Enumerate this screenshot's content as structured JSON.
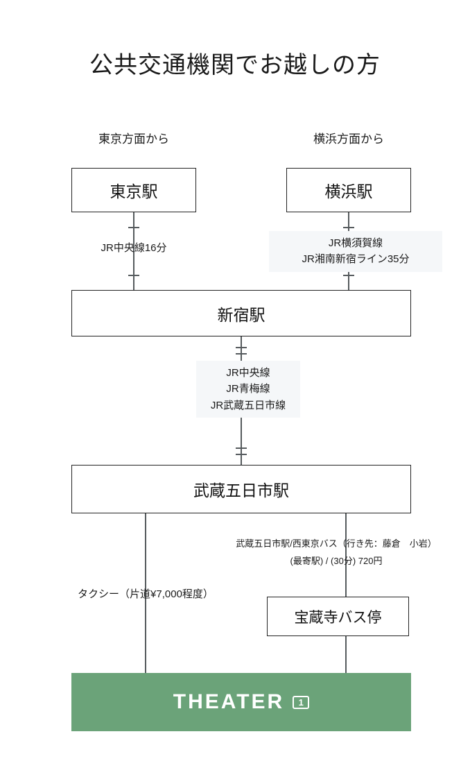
{
  "page": {
    "title": "公共交通機関でお越しの方"
  },
  "columns": {
    "left_caption": "東京方面から",
    "right_caption": "横浜方面から"
  },
  "nodes": {
    "tokyo_station": "東京駅",
    "yokohama_station": "横浜駅",
    "shinjuku_station": "新宿駅",
    "musashi_itsukaichi_station": "武蔵五日市駅",
    "hozoji_bus_stop": "宝蔵寺バス停"
  },
  "edges": {
    "tokyo_to_shinjuku": "JR中央線16分",
    "yokohama_to_shinjuku_line1": "JR横須賀線",
    "yokohama_to_shinjuku_line2": "JR湘南新宿ライン35分",
    "shinjuku_to_itsukaichi_line1": "JR中央線",
    "shinjuku_to_itsukaichi_line2": "JR青梅線",
    "shinjuku_to_itsukaichi_line3": "JR武蔵五日市線",
    "itsukaichi_to_busstop_line1": "武蔵五日市駅/西東京バス（行き先：藤倉　小岩）",
    "itsukaichi_to_busstop_line2": "(最寄駅) / (30分) 720円",
    "itsukaichi_to_theater_taxi": "タクシー（片道¥7,000程度）"
  },
  "banner": {
    "word": "THEATER",
    "mark": "1",
    "color": "#6ba379"
  }
}
